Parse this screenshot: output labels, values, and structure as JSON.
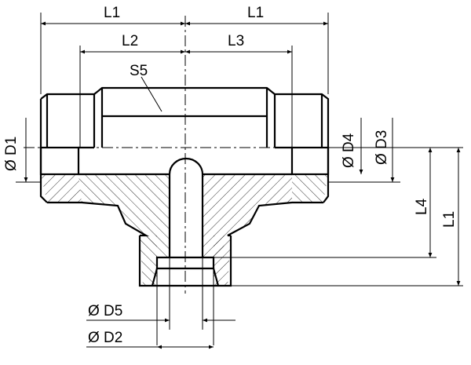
{
  "labels": {
    "l1_top_left": "L1",
    "l1_top_right": "L1",
    "l2": "L2",
    "l3": "L3",
    "s5": "S5",
    "d1": "Ø D1",
    "d4": "Ø D4",
    "d3": "Ø D3",
    "l4": "L4",
    "l1_right": "L1",
    "d5": "Ø D5",
    "d2": "Ø D2"
  }
}
